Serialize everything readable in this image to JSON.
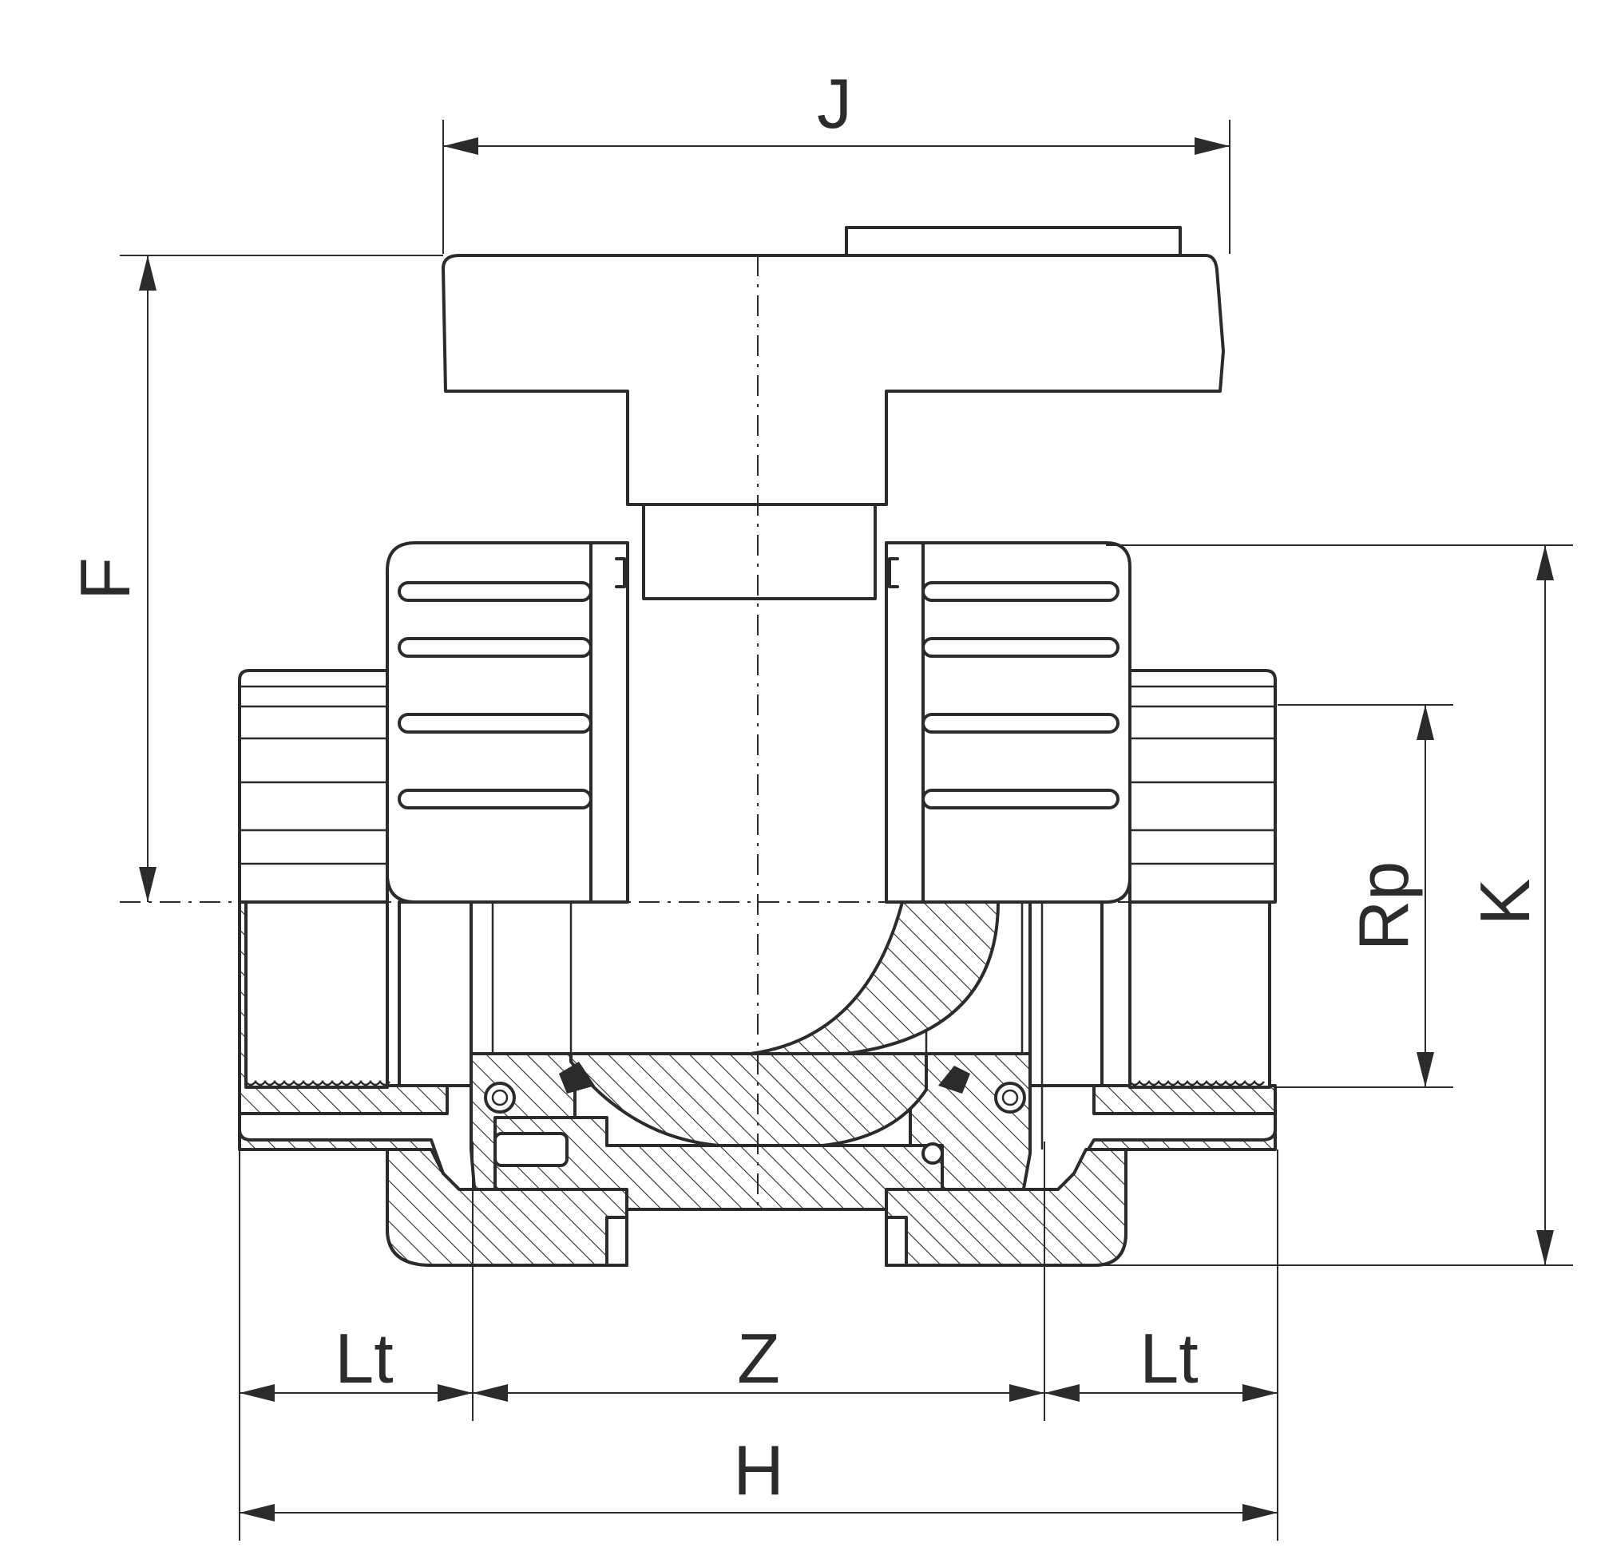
{
  "labels": {
    "J": "J",
    "F": "F",
    "K": "K",
    "Rp": "Rp",
    "Lt_left": "Lt",
    "Z": "Z",
    "Lt_right": "Lt",
    "H": "H"
  },
  "colors": {
    "line": "#2b2b2b",
    "background": "#ffffff"
  }
}
